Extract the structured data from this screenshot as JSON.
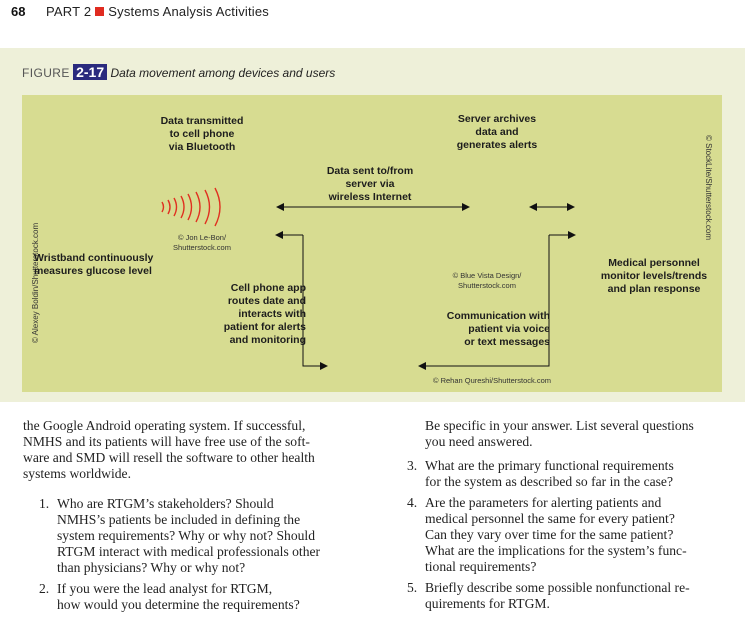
{
  "header": {
    "page_number": "68",
    "part": "PART 2",
    "section": "Systems Analysis Activities"
  },
  "figure": {
    "label": "FIGURE",
    "number": "2-17",
    "title": "Data movement among devices and users",
    "labels": {
      "bluetooth": [
        "Data transmitted",
        "to cell phone",
        "via Bluetooth"
      ],
      "server_archives": [
        "Server archives",
        "data and",
        "generates alerts"
      ],
      "internet": [
        "Data sent to/from",
        "server via",
        "wireless Internet"
      ],
      "wristband": [
        "Wristband continuously",
        "measures glucose level"
      ],
      "cellphone_app": [
        "Cell phone app",
        "routes date and",
        "interacts with",
        "patient for alerts",
        "and monitoring"
      ],
      "communication": [
        "Communication with",
        "patient via voice",
        "or text messages"
      ],
      "medical": [
        "Medical personnel",
        "monitor levels/trends",
        "and plan response"
      ]
    },
    "credits": {
      "left_vertical": "© Alexey Boldin/Shutterstock.com",
      "right_vertical": "© StockLite/Shutterstock.com",
      "jon": [
        "© Jon Le-Bon/",
        "Shutterstock.com"
      ],
      "blue_vista": [
        "© Blue Vista Design/",
        "Shutterstock.com"
      ],
      "rehan": "© Rehan Qureshi/Shutterstock.com"
    },
    "colors": {
      "background": "#eef0d9",
      "panel": "#d7dc91",
      "signal": "#e03020",
      "figure_number_bg": "#2a2a7e"
    }
  },
  "text": {
    "left_paragraph": [
      "the Google Android operating system. If successful,",
      "NMHS and its patients will have free use of the soft-",
      "ware and SMD will resell the software to other health",
      "systems worldwide."
    ],
    "right_paragraph": [
      "Be specific in your answer. List several questions",
      "you need answered."
    ],
    "questions_left": [
      {
        "num": "1.",
        "lines": [
          "Who are RTGM’s stakeholders? Should",
          "NMHS’s patients be included in defining the",
          "system requirements? Why or why not? Should",
          "RTGM interact with medical professionals other",
          "than physicians? Why or why not?"
        ]
      },
      {
        "num": "2.",
        "lines": [
          "If you were the lead analyst for RTGM,",
          "how would you determine the requirements?"
        ]
      }
    ],
    "questions_right": [
      {
        "num": "3.",
        "lines": [
          "What are the primary functional requirements",
          "for the system as described so far in the case?"
        ]
      },
      {
        "num": "4.",
        "lines": [
          "Are the parameters for alerting patients and",
          "medical personnel the same for every patient?",
          "Can they vary over time for the same patient?",
          "What are the implications for the system’s func-",
          "tional requirements?"
        ]
      },
      {
        "num": "5.",
        "lines": [
          "Briefly describe some possible nonfunctional re-",
          "quirements for RTGM."
        ]
      }
    ]
  }
}
